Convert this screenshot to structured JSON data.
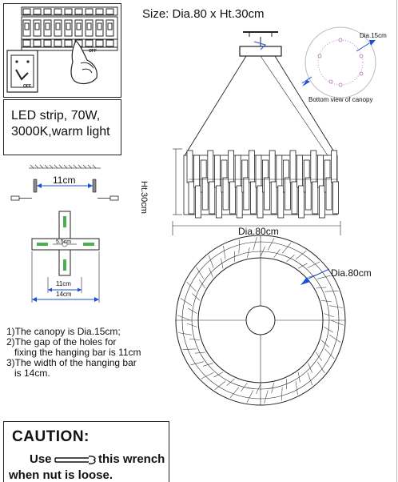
{
  "header": {
    "size_label": "Size: Dia.80 x Ht.30cm"
  },
  "switch_panel": {
    "off_label_1": "OFF",
    "off_label_2": "OFF"
  },
  "spec_box": {
    "line1": "LED strip, 70W,",
    "line2": "3000K,warm light"
  },
  "hanging_bar_diagram": {
    "hole_gap_label": "11cm",
    "center_label": "5.5cm",
    "gap_label": "11cm",
    "width_label": "14cm"
  },
  "notes": [
    "1)The canopy is Dia.15cm;",
    "2)The gap of the holes for",
    "   fixing the hanging bar is 11cm",
    "3)The width of the hanging bar",
    "   is 14cm."
  ],
  "caution": {
    "title": "CAUTION:",
    "line1_a": "Use",
    "line1_b": "this wrench",
    "line2": "when nut  is loose."
  },
  "canopy_view": {
    "dia_label": "Dia.15cm",
    "caption": "Bottom view of canopy"
  },
  "fixture_side": {
    "height_label": "Ht.30cm",
    "width_label": "Dia.80cm"
  },
  "fixture_top": {
    "dia_label": "Dia.80cm"
  },
  "colors": {
    "line": "#222222",
    "canopy_holes": "#b070b0",
    "arrow_blue": "#1a4fd8",
    "bar_slots": "#4caf50"
  }
}
